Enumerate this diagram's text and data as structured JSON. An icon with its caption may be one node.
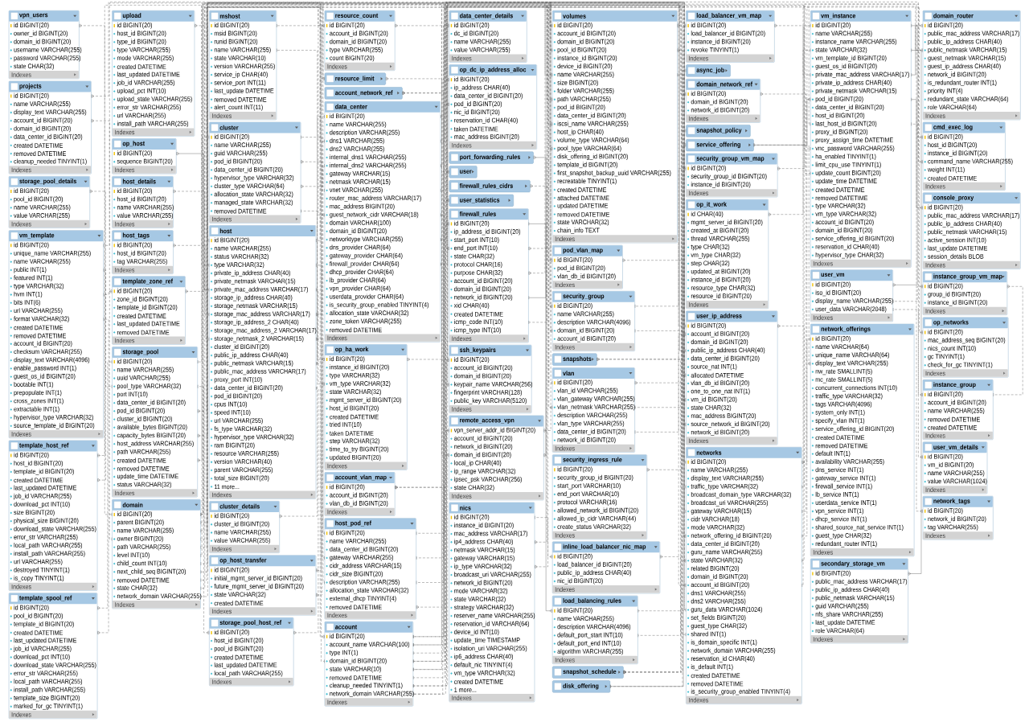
{
  "diagram": {
    "nodes": [
      {
        "text": [
          "vpn_users",
          "id BIGINT(20)",
          "owner_id BIGINT(20)",
          "domain_id BIGINT(20)",
          "username VARCHAR(255)",
          "password VARCHAR(255)",
          "state CHAR(32)",
          "Indexes"
        ]
      },
      {
        "text": [
          "resource_count",
          "id BIGINT(20)",
          "account_id BIGINT(20)",
          "domain_id BIGINT(20)",
          "type VARCHAR(255)",
          "count BIGINT(20)",
          "Indexes"
        ]
      },
      {
        "text": [
          "account_vlan_map",
          "id BIGINT(20)",
          "account_id BIGINT(20)",
          "vlan_db_id BIGINT(20)",
          "Indexes"
        ]
      },
      {
        "text": [
          "security_group",
          "id BIGINT(20)",
          "name VARCHAR(255)",
          "description VARCHAR(4096)",
          "domain_id BIGINT(20)",
          "account_id BIGINT(20)",
          "Indexes"
        ]
      },
      {
        "text": [
          "security_group_vm_map",
          "id BIGINT(20)",
          "security_group_id BIGINT(20)",
          "instance_id BIGINT(20)",
          "Indexes"
        ]
      },
      {
        "text": [
          "user_vm",
          "id BIGINT(20)",
          "iso_id BIGINT(20)",
          "display_name VARCHAR(255)",
          "user_data VARCHAR(2048)",
          "Indexes"
        ]
      },
      {
        "text": [
          "user_vm_details",
          "id BIGINT(20)",
          "vm_id BIGINT(20)",
          "name VARCHAR(255)",
          "value VARCHAR(1024)",
          "Indexes"
        ]
      },
      {
        "text": [
          "security_ingress_rule",
          "id BIGINT(20)",
          "security_group_id BIGINT(20)",
          "start_port VARCHAR(10)",
          "end_port VARCHAR(10)",
          "protocol VARCHAR(16)",
          "allowed_network_id BIGINT(20)",
          "allowed_ip_cidr VARCHAR(44)",
          "create_status VARCHAR(32)",
          "Indexes"
        ]
      },
      {
        "text": [
          "ssh_keypairs",
          "id BIGINT(20)",
          "account_id BIGINT(20)",
          "domain_id BIGINT(20)",
          "keypair_name VARCHAR(256)",
          "fingerprint VARCHAR(128)",
          "public_key VARCHAR(5120)",
          "Indexes"
        ]
      },
      {
        "text": [
          "op_it_work",
          "id CHAR(40)",
          "mgmt_server_id BIGINT(20)",
          "created_at BIGINT(20)",
          "thread VARCHAR(255)",
          "type CHAR(32)",
          "vm_type CHAR(32)",
          "step CHAR(32)",
          "updated_at BIGINT(20)",
          "instance_id BIGINT(20)",
          "resource_type CHAR(32)",
          "resource_id BIGINT(20)",
          "Indexes"
        ]
      },
      {
        "text": [
          "domain",
          "id BIGINT(20)",
          "parent BIGINT(20)",
          "name VARCHAR(255)",
          "owner BIGINT(20)",
          "path VARCHAR(255)",
          "level INT(10)",
          "child_count INT(10)",
          "next_child_seq BIGINT(20)",
          "removed DATETIME",
          "state CHAR(32)",
          "network_domain VARCHAR(255)",
          "Indexes"
        ]
      },
      {
        "text": [
          "instance_group_vm_map",
          "id BIGINT(20)",
          "group_id BIGINT(20)",
          "instance_id BIGINT(20)",
          "Indexes"
        ]
      },
      {
        "text": [
          "account",
          "id BIGINT(20)",
          "account_name VARCHAR(100)",
          "type INT(1)",
          "domain_id BIGINT(20)",
          "state VARCHAR(10)",
          "removed DATETIME",
          "cleanup_needed TINYINT(1)",
          "network_domain VARCHAR(255)",
          "Indexes"
        ]
      },
      {
        "text": [
          "vlan",
          "id BIGINT(20)",
          "vlan_id VARCHAR(255)",
          "vlan_gateway VARCHAR(255)",
          "vlan_netmask VARCHAR(255)",
          "description VARCHAR(255)",
          "vlan_type VARCHAR(255)",
          "data_center_id BIGINT(20)",
          "network_id BIGINT(20)",
          "Indexes"
        ]
      },
      {
        "text": [
          "projects",
          "id BIGINT(20)",
          "name VARCHAR(255)",
          "display_text VARCHAR(255)",
          "account_id BIGINT(20)",
          "domain_id BIGINT(20)",
          "data_center_id BIGINT(20)",
          "created DATETIME",
          "removed DATETIME",
          "cleanup_needed TINYINT(1)",
          "Indexes"
        ]
      },
      {
        "text": [
          "instance_group",
          "id BIGINT(20)",
          "account_id BIGINT(20)",
          "name VARCHAR(255)",
          "removed DATETIME",
          "created DATETIME",
          "Indexes"
        ]
      },
      {
        "text": [
          "resource_limit"
        ]
      },
      {
        "text": [
          "user"
        ]
      },
      {
        "text": [
          "user_statistics"
        ]
      },
      {
        "text": [
          "load_balancing_rules",
          "id BIGINT(20)",
          "name VARCHAR(255)",
          "description VARCHAR(4096)",
          "default_port_start INT(10)",
          "default_port_end INT(10)",
          "algorithm VARCHAR(255)",
          "Indexes"
        ]
      },
      {
        "text": [
          "load_balancer_vm_map",
          "id BIGINT(20)",
          "load_balancer_id BIGINT(20)",
          "instance_id BIGINT(20)",
          "revoke TINYINT(1)",
          "Indexes"
        ]
      },
      {
        "text": [
          "vm_instance",
          "id BIGINT(20)",
          "name VARCHAR(255)",
          "instance_name VARCHAR(255)",
          "state VARCHAR(32)",
          "vm_template_id BIGINT(20)",
          "guest_os_id BIGINT(20)",
          "private_mac_address VARCHAR(17)",
          "private_ip_address CHAR(40)",
          "private_netmask VARCHAR(15)",
          "pod_id BIGINT(20)",
          "data_center_id BIGINT(20)",
          "host_id BIGINT(20)",
          "last_host_id BIGINT(20)",
          "proxy_id BIGINT(20)",
          "proxy_assign_time DATETIME",
          "vnc_password VARCHAR(255)",
          "ha_enabled TINYINT(1)",
          "limit_cpu_use TINYINT(1)",
          "update_count BIGINT(20)",
          "update_time DATETIME",
          "created DATETIME",
          "removed DATETIME",
          "type VARCHAR(32)",
          "vm_type VARCHAR(32)",
          "account_id BIGINT(20)",
          "domain_id BIGINT(20)",
          "service_offering_id BIGINT(20)",
          "reservation_id CHAR(40)",
          "hypervisor_type CHAR(32)",
          "Indexes"
        ]
      },
      {
        "text": [
          "mshost",
          "id BIGINT(20)",
          "msid BIGINT(20)",
          "runid BIGINT(20)",
          "name VARCHAR(255)",
          "state VARCHAR(10)",
          "version VARCHAR(255)",
          "service_ip CHAR(40)",
          "service_port INT(11)",
          "last_update DATETIME",
          "removed DATETIME",
          "alert_count INT(11)",
          "Indexes"
        ]
      },
      {
        "text": [
          "account_network_ref"
        ]
      },
      {
        "text": [
          "firewall_rules",
          "id BIGINT(20)",
          "ip_address_id BIGINT(20)",
          "start_port INT(10)",
          "end_port INT(10)",
          "state CHAR(32)",
          "protocol CHAR(16)",
          "purpose CHAR(32)",
          "account_id BIGINT(20)",
          "domain_id BIGINT(20)",
          "network_id BIGINT(20)",
          "xid CHAR(40)",
          "created DATETIME",
          "icmp_code INT(10)",
          "icmp_type INT(10)",
          "Indexes"
        ]
      },
      {
        "text": [
          "pod_vlan_map",
          "id BIGINT(20)",
          "pod_id BIGINT(20)",
          "vlan_db_id BIGINT(20)",
          "Indexes"
        ]
      },
      {
        "text": [
          "inline_load_balancer_nic_map",
          "id BIGINT(20)",
          "load_balancer_id BIGINT(20)",
          "public_ip_address CHAR(40)",
          "nic_id BIGINT(20)",
          "Indexes"
        ]
      },
      {
        "text": [
          "upload",
          "id BIGINT(20)",
          "host_id BIGINT(20)",
          "type_id BIGINT(20)",
          "type VARCHAR(255)",
          "mode VARCHAR(255)",
          "created DATETIME",
          "last_updated DATETIME",
          "job_id VARCHAR(255)",
          "upload_pct INT(10)",
          "upload_state VARCHAR(255)",
          "error_str VARCHAR(255)",
          "url VARCHAR(255)",
          "install_path VARCHAR(255)",
          "Indexes"
        ]
      },
      {
        "text": [
          "port_forwarding_rules"
        ]
      },
      {
        "text": [
          "service_offering"
        ]
      },
      {
        "text": [
          "disk_offering"
        ]
      },
      {
        "text": [
          "secondary_storage_vm",
          "id BIGINT(20)",
          "public_mac_address VARCHAR(17)",
          "public_ip_address CHAR(40)",
          "public_netmask VARCHAR(15)",
          "guid VARCHAR(255)",
          "nfs_share VARCHAR(255)",
          "last_update DATETIME",
          "role VARCHAR(64)",
          "Indexes"
        ]
      },
      {
        "text": [
          "op_host_transfer",
          "id BIGINT(20)",
          "initial_mgmt_server_id BIGINT(20)",
          "future_mgmt_server_id BIGINT(20)",
          "state VARCHAR(32)",
          "created DATETIME",
          "Indexes"
        ]
      },
      {
        "text": [
          "op_ha_work",
          "id BIGINT(20)",
          "instance_id BIGINT(20)",
          "type VARCHAR(32)",
          "vm_type VARCHAR(32)",
          "state VARCHAR(32)",
          "mgmt_server_id BIGINT(20)",
          "host_id BIGINT(20)",
          "created DATETIME",
          "tried INT(10)",
          "taken DATETIME",
          "step VARCHAR(32)",
          "time_to_try BIGINT(20)",
          "updated BIGINT(20)",
          "Indexes"
        ]
      },
      {
        "text": [
          "volumes",
          "id BIGINT(20)",
          "account_id BIGINT(20)",
          "domain_id BIGINT(20)",
          "pool_id BIGINT(20)",
          "instance_id BIGINT(20)",
          "device_id BIGINT(20)",
          "name VARCHAR(255)",
          "size BIGINT(20)",
          "folder VARCHAR(255)",
          "path VARCHAR(255)",
          "pod_id BIGINT(20)",
          "data_center_id BIGINT(20)",
          "iscsi_name VARCHAR(255)",
          "host_ip CHAR(40)",
          "volume_type VARCHAR(64)",
          "pool_type VARCHAR(64)",
          "disk_offering_id BIGINT(20)",
          "template_id BIGINT(20)",
          "first_snapshot_backup_uuid VARCHAR(255)",
          "recreatable TINYINT(1)",
          "created DATETIME",
          "attached DATETIME",
          "updated DATETIME",
          "removed DATETIME",
          "state VARCHAR(32)",
          "chain_info TEXT",
          "Indexes"
        ]
      },
      {
        "text": [
          "firewall_rules_cidrs"
        ]
      },
      {
        "text": [
          "host",
          "id BIGINT(20)",
          "name VARCHAR(255)",
          "status VARCHAR(32)",
          "type VARCHAR(32)",
          "private_ip_address CHAR(40)",
          "private_netmask VARCHAR(15)",
          "private_mac_address VARCHAR(17)",
          "storage_ip_address CHAR(40)",
          "storage_netmask VARCHAR(15)",
          "storage_mac_address VARCHAR(17)",
          "storage_ip_address_2 CHAR(40)",
          "storage_mac_address_2 VARCHAR(17)",
          "storage_netmask_2 VARCHAR(15)",
          "cluster_id BIGINT(20)",
          "public_ip_address CHAR(40)",
          "public_netmask VARCHAR(15)",
          "public_mac_address VARCHAR(17)",
          "proxy_port INT(10)",
          "data_center_id BIGINT(20)",
          "pod_id BIGINT(20)",
          "cpus INT(10)",
          "speed INT(10)",
          "url VARCHAR(255)",
          "fs_type VARCHAR(32)",
          "hypervisor_type VARCHAR(32)",
          "ram BIGINT(20)",
          "resource VARCHAR(255)",
          "version VARCHAR(40)",
          "parent VARCHAR(255)",
          "total_size BIGINT(20)",
          "11 more...",
          "Indexes"
        ]
      },
      {
        "text": [
          "cmd_exec_log",
          "id BIGINT(20)",
          "host_id BIGINT(20)",
          "instance_id BIGINT(20)",
          "command_name VARCHAR(255)",
          "weight INT(11)",
          "created DATETIME",
          "Indexes"
        ]
      },
      {
        "text": [
          "template_host_ref",
          "id BIGINT(20)",
          "host_id BIGINT(20)",
          "template_id BIGINT(20)",
          "created DATETIME",
          "last_updated DATETIME",
          "job_id VARCHAR(255)",
          "download_pct INT(10)",
          "size BIGINT(20)",
          "physical_size BIGINT(20)",
          "download_state VARCHAR(255)",
          "error_str VARCHAR(255)",
          "local_path VARCHAR(255)",
          "install_path VARCHAR(255)",
          "url VARCHAR(255)",
          "destroyed TINYINT(1)",
          "is_copy TINYINT(1)",
          "Indexes"
        ]
      },
      {
        "text": [
          "console_proxy",
          "id BIGINT(20)",
          "public_mac_address VARCHAR(17)",
          "public_ip_address CHAR(40)",
          "public_netmask VARCHAR(15)",
          "active_session INT(10)",
          "last_update DATETIME",
          "session_details BLOB",
          "Indexes"
        ]
      },
      {
        "text": [
          "op_host",
          "id BIGINT(20)",
          "sequence BIGINT(20)",
          "Indexes"
        ]
      },
      {
        "text": [
          "host_pod_ref",
          "id BIGINT(20)",
          "name VARCHAR(255)",
          "data_center_id BIGINT(20)",
          "gateway VARCHAR(255)",
          "cidr_address VARCHAR(15)",
          "cidr_size BIGINT(20)",
          "description VARCHAR(255)",
          "allocation_state VARCHAR(32)",
          "external_dhcp TINYINT(4)",
          "removed DATETIME",
          "Indexes"
        ]
      },
      {
        "text": [
          "host_details",
          "id BIGINT(20)",
          "host_id BIGINT(20)",
          "name VARCHAR(255)",
          "value VARCHAR(255)",
          "Indexes"
        ]
      },
      {
        "text": [
          "domain_router",
          "id BIGINT(20)",
          "public_mac_address VARCHAR(17)",
          "public_ip_address CHAR(40)",
          "public_netmask VARCHAR(15)",
          "guest_netmask VARCHAR(15)",
          "guest_ip_address CHAR(40)",
          "network_id BIGINT(20)",
          "is_redundant_router INT(1)",
          "priority INT(4)",
          "redundant_state VARCHAR(64)",
          "role VARCHAR(64)",
          "Indexes"
        ]
      },
      {
        "text": [
          "vm_template",
          "id BIGINT(20)",
          "unique_name VARCHAR(255)",
          "name VARCHAR(255)",
          "public INT(1)",
          "featured INT(1)",
          "type VARCHAR(32)",
          "hvm INT(1)",
          "bits INT(6)",
          "url VARCHAR(255)",
          "format VARCHAR(32)",
          "created DATETIME",
          "removed DATETIME",
          "account_id BIGINT(20)",
          "checksum VARCHAR(255)",
          "display_text VARCHAR(4096)",
          "enable_password INT(1)",
          "guest_os_id BIGINT(20)",
          "bootable INT(1)",
          "prepopulate INT(1)",
          "cross_zones INT(1)",
          "extractable INT(1)",
          "hypervisor_type VARCHAR(32)",
          "source_template_id BIGINT(20)",
          "Indexes"
        ]
      },
      {
        "text": [
          "host_tags",
          "id BIGINT(20)",
          "host_id BIGINT(20)",
          "tag VARCHAR(255)",
          "Indexes"
        ]
      },
      {
        "text": [
          "networks",
          "id BIGINT(20)",
          "name VARCHAR(255)",
          "display_text VARCHAR(255)",
          "traffic_type VARCHAR(32)",
          "broadcast_domain_type VARCHAR(32)",
          "broadcast_uri VARCHAR(255)",
          "gateway VARCHAR(15)",
          "cidr VARCHAR(18)",
          "mode VARCHAR(32)",
          "network_offering_id BIGINT(20)",
          "data_center_id BIGINT(20)",
          "guru_name VARCHAR(255)",
          "state VARCHAR(32)",
          "related BIGINT(20)",
          "domain_id BIGINT(20)",
          "account_id BIGINT(20)",
          "dns1 VARCHAR(255)",
          "dns2 VARCHAR(255)",
          "guru_data VARCHAR(1024)",
          "set_fields BIGINT(20)",
          "guest_type CHAR(32)",
          "shared INT(1)",
          "is_domain_specific INT(1)",
          "network_domain VARCHAR(255)",
          "reservation_id CHAR(40)",
          "is_default INT(1)",
          "created DATETIME",
          "removed DATETIME",
          "is_security_group_enabled TINYINT(4)",
          "Indexes"
        ]
      },
      {
        "text": [
          "storage_pool_host_ref",
          "id BIGINT(20)",
          "host_id BIGINT(20)",
          "pool_id BIGINT(20)",
          "created DATETIME",
          "last_updated DATETIME",
          "local_path VARCHAR(255)",
          "Indexes"
        ]
      },
      {
        "text": [
          "template_zone_ref",
          "id BIGINT(20)",
          "zone_id BIGINT(20)",
          "template_id BIGINT(20)",
          "created DATETIME",
          "last_updated DATETIME",
          "removed DATETIME",
          "Indexes"
        ]
      },
      {
        "text": [
          "cluster",
          "id BIGINT(20)",
          "name VARCHAR(255)",
          "guid VARCHAR(255)",
          "pod_id BIGINT(20)",
          "data_center_id BIGINT(20)",
          "hypervisor_type VARCHAR(32)",
          "cluster_type VARCHAR(64)",
          "allocation_state VARCHAR(32)",
          "managed_state VARCHAR(32)",
          "removed DATETIME",
          "Indexes"
        ]
      },
      {
        "text": [
          "op_dc_ip_address_alloc",
          "id BIGINT(20)",
          "ip_address CHAR(40)",
          "data_center_id BIGINT(20)",
          "pod_id BIGINT(20)",
          "nic_id BIGINT(20)",
          "reservation_id CHAR(40)",
          "taken DATETIME",
          "mac_address BIGINT(20)",
          "Indexes"
        ]
      },
      {
        "text": [
          "network_tags",
          "id BIGINT(20)",
          "network_id BIGINT(20)",
          "tag VARCHAR(255)",
          "Indexes"
        ]
      },
      {
        "text": [
          "domain_network_ref",
          "id BIGINT(20)",
          "domain_id BIGINT(20)",
          "network_id BIGINT(20)",
          "Indexes"
        ]
      },
      {
        "text": [
          "template_spool_ref",
          "id BIGINT(20)",
          "pool_id BIGINT(20)",
          "template_id BIGINT(20)",
          "created DATETIME",
          "last_updated DATETIME",
          "job_id VARCHAR(255)",
          "download_pct INT(10)",
          "download_state VARCHAR(255)",
          "error_str VARCHAR(255)",
          "local_path VARCHAR(255)",
          "install_path VARCHAR(255)",
          "template_size BIGINT(20)",
          "marked_for_gc TINYINT(1)",
          "Indexes"
        ]
      },
      {
        "text": [
          "op_networks",
          "id BIGINT(20)",
          "mac_address_seq BIGINT(20)",
          "nics_count INT(10)",
          "gc TINYINT(1)",
          "check_for_gc TINYINT(1)",
          "Indexes"
        ]
      },
      {
        "text": [
          "remote_access_vpn",
          "vpn_server_addr_id BIGINT(20)",
          "account_id BIGINT(20)",
          "network_id BIGINT(20)",
          "domain_id BIGINT(20)",
          "local_ip CHAR(40)",
          "ip_range VARCHAR(32)",
          "ipsec_psk VARCHAR(256)",
          "state CHAR(32)",
          "Indexes"
        ]
      },
      {
        "text": [
          "cluster_details",
          "id BIGINT(20)",
          "cluster_id BIGINT(20)",
          "name VARCHAR(255)",
          "value VARCHAR(255)",
          "Indexes"
        ]
      },
      {
        "text": [
          "snapshot_policy"
        ]
      },
      {
        "text": [
          "data_center",
          "id BIGINT(20)",
          "name VARCHAR(255)",
          "description VARCHAR(255)",
          "dns1 VARCHAR(255)",
          "dns2 VARCHAR(255)",
          "internal_dns1 VARCHAR(255)",
          "internal_dns2 VARCHAR(255)",
          "gateway VARCHAR(15)",
          "netmask VARCHAR(15)",
          "vnet VARCHAR(255)",
          "router_mac_address VARCHAR(17)",
          "mac_address BIGINT(20)",
          "guest_network_cidr VARCHAR(18)",
          "domain VARCHAR(100)",
          "domain_id BIGINT(20)",
          "networktype VARCHAR(255)",
          "dns_provider CHAR(64)",
          "gateway_provider CHAR(64)",
          "firewall_provider CHAR(64)",
          "dhcp_provider CHAR(64)",
          "lb_provider CHAR(64)",
          "vpn_provider CHAR(64)",
          "userdata_provider CHAR(64)",
          "is_security_group_enabled TINYINT(4)",
          "allocation_state VARCHAR(32)",
          "zone_token VARCHAR(255)",
          "removed DATETIME",
          "Indexes"
        ]
      },
      {
        "text": [
          "network_offerings",
          "id BIGINT(20)",
          "name VARCHAR(64)",
          "unique_name VARCHAR(64)",
          "display_text VARCHAR(255)",
          "nw_rate SMALLINT(5)",
          "mc_rate SMALLINT(5)",
          "concurrent_connections INT(10)",
          "traffic_type VARCHAR(32)",
          "tags VARCHAR(4096)",
          "system_only INT(1)",
          "specify_vlan INT(1)",
          "service_offering_id BIGINT(20)",
          "created DATETIME",
          "removed DATETIME",
          "default INT(1)",
          "availability VARCHAR(255)",
          "dns_service INT(1)",
          "gateway_service INT(1)",
          "firewall_service INT(1)",
          "lb_service INT(1)",
          "userdata_service INT(1)",
          "vpn_service INT(1)",
          "dhcp_service INT(1)",
          "shared_source_nat_service INT(1)",
          "guest_type CHAR(32)",
          "redundant_router INT(1)",
          "Indexes"
        ]
      },
      {
        "text": [
          "snapshot_schedule"
        ]
      },
      {
        "text": [
          "snapshots"
        ]
      },
      {
        "text": [
          "async_job"
        ]
      },
      {
        "text": [
          "nics",
          "id BIGINT(20)",
          "instance_id BIGINT(20)",
          "mac_address VARCHAR(17)",
          "ip4_address CHAR(40)",
          "netmask VARCHAR(15)",
          "gateway VARCHAR(15)",
          "ip_type VARCHAR(32)",
          "broadcast_uri VARCHAR(255)",
          "network_id BIGINT(20)",
          "mode VARCHAR(32)",
          "state VARCHAR(32)",
          "strategy VARCHAR(32)",
          "reserver_name VARCHAR(255)",
          "reservation_id VARCHAR(64)",
          "device_id INT(10)",
          "update_time TIMESTAMP",
          "isolation_uri VARCHAR(255)",
          "ip6_address CHAR(40)",
          "default_nic TINYINT(4)",
          "vm_type VARCHAR(32)",
          "created DATETIME",
          "1 more...",
          "Indexes"
        ]
      },
      {
        "text": [
          "storage_pool",
          "id BIGINT(20)",
          "name VARCHAR(255)",
          "uuid VARCHAR(255)",
          "pool_type VARCHAR(32)",
          "port INT(10)",
          "data_center_id BIGINT(20)",
          "pod_id BIGINT(20)",
          "cluster_id BIGINT(20)",
          "available_bytes BIGINT(20)",
          "capacity_bytes BIGINT(20)",
          "host_address VARCHAR(255)",
          "path VARCHAR(255)",
          "created DATETIME",
          "removed DATETIME",
          "update_time DATETIME",
          "status VARCHAR(32)",
          "Indexes"
        ]
      },
      {
        "text": [
          "user_ip_address",
          "id BIGINT(20)",
          "account_id BIGINT(20)",
          "domain_id BIGINT(20)",
          "public_ip_address CHAR(40)",
          "data_center_id BIGINT(20)",
          "source_nat INT(1)",
          "allocated DATETIME",
          "vlan_db_id BIGINT(20)",
          "one_to_one_nat INT(1)",
          "vm_id BIGINT(20)",
          "state CHAR(32)",
          "mac_address BIGINT(20)",
          "source_network_id BIGINT(20)",
          "network_id BIGINT(20)",
          "Indexes"
        ]
      },
      {
        "text": [
          "storage_pool_details",
          "id BIGINT(20)",
          "pool_id BIGINT(20)",
          "name VARCHAR(255)",
          "value VARCHAR(255)",
          "Indexes"
        ]
      },
      {
        "text": [
          "data_center_details",
          "id BIGINT(20)",
          "dc_id BIGINT(20)",
          "name VARCHAR(255)",
          "value VARCHAR(255)",
          "Indexes"
        ]
      }
    ],
    "edges": [
      {
        "from": 0,
        "to": 10,
        "arrow": "other",
        "style": "dashed"
      },
      {
        "from": 1,
        "to": 10,
        "arrow": "other",
        "style": "dashed"
      },
      {
        "from": 1,
        "to": 12,
        "arrow": "other",
        "style": "dashed"
      },
      {
        "from": 2,
        "to": 12,
        "arrow": "other",
        "style": "dashed"
      },
      {
        "from": 2,
        "to": 13,
        "arrow": "other",
        "style": "dashed"
      },
      {
        "from": 3,
        "to": 10,
        "arrow": "other",
        "style": "dashed"
      },
      {
        "from": 3,
        "to": 12,
        "arrow": "other",
        "style": "dashed"
      },
      {
        "from": 4,
        "to": 3,
        "arrow": "other",
        "style": "dashed"
      },
      {
        "from": 4,
        "to": 21,
        "arrow": "other",
        "style": "dashed"
      },
      {
        "from": 5,
        "to": 21,
        "arrow": "other"
      },
      {
        "from": 6,
        "to": 5,
        "arrow": "other",
        "style": "dashed"
      },
      {
        "from": 7,
        "to": 3,
        "arrow": "other",
        "style": "dashed"
      },
      {
        "from": 8,
        "to": 12,
        "arrow": "other",
        "style": "dashed"
      },
      {
        "from": 8,
        "to": 10,
        "arrow": "other",
        "style": "dashed"
      },
      {
        "from": 9,
        "to": 21,
        "arrow": "other",
        "style": "dashed"
      },
      {
        "from": 11,
        "to": 15,
        "arrow": "other",
        "style": "dashed"
      },
      {
        "from": 11,
        "to": 5,
        "arrow": "other",
        "style": "dashed"
      },
      {
        "from": 12,
        "to": 10,
        "arrow": "other",
        "style": "dashed"
      },
      {
        "from": 14,
        "to": 12,
        "arrow": "other",
        "style": "dashed"
      },
      {
        "from": 14,
        "to": 10,
        "arrow": "other",
        "style": "dashed"
      },
      {
        "from": 16,
        "to": 10,
        "arrow": "other",
        "style": "dashed"
      },
      {
        "from": 16,
        "to": 12,
        "arrow": "other",
        "style": "dashed"
      },
      {
        "from": 17,
        "to": 12,
        "arrow": "other",
        "style": "dashed"
      },
      {
        "from": 18,
        "to": 12,
        "arrow": "other",
        "style": "dashed"
      },
      {
        "from": 15,
        "to": 12,
        "arrow": "other",
        "style": "dashed"
      },
      {
        "from": 13,
        "to": 58,
        "arrow": "other",
        "style": "dashed"
      },
      {
        "from": 13,
        "to": 46,
        "arrow": "other",
        "style": "dashed"
      },
      {
        "from": 20,
        "to": 19,
        "arrow": "other",
        "style": "dashed"
      },
      {
        "from": 20,
        "to": 21,
        "arrow": "other",
        "style": "dashed"
      },
      {
        "from": 19,
        "to": 24,
        "arrow": "other"
      },
      {
        "from": 26,
        "to": 19,
        "arrow": "other",
        "style": "dashed"
      },
      {
        "from": 26,
        "to": 63,
        "arrow": "other",
        "style": "dashed"
      },
      {
        "from": 21,
        "to": 29,
        "arrow": "other"
      },
      {
        "from": 29,
        "to": 30,
        "arrow": "other"
      },
      {
        "from": 31,
        "to": 21,
        "arrow": "other"
      },
      {
        "from": 43,
        "to": 21,
        "arrow": "other"
      },
      {
        "from": 39,
        "to": 21,
        "arrow": "other"
      },
      {
        "from": 37,
        "to": 21,
        "arrow": "other",
        "style": "dashed"
      },
      {
        "from": 37,
        "to": 36,
        "arrow": "other",
        "style": "dashed"
      },
      {
        "from": 32,
        "to": 22,
        "arrow": "other",
        "style": "dashed"
      },
      {
        "from": 32,
        "to": 36,
        "arrow": "other",
        "style": "dashed"
      },
      {
        "from": 33,
        "to": 21,
        "arrow": "other",
        "style": "dashed"
      },
      {
        "from": 33,
        "to": 22,
        "arrow": "other",
        "style": "dashed"
      },
      {
        "from": 33,
        "to": 36,
        "arrow": "other",
        "style": "dashed"
      },
      {
        "from": 23,
        "to": 12,
        "arrow": "other",
        "style": "dashed"
      },
      {
        "from": 23,
        "to": 46,
        "arrow": "other",
        "style": "dashed"
      },
      {
        "from": 24,
        "to": 12,
        "arrow": "other",
        "style": "dashed"
      },
      {
        "from": 24,
        "to": 10,
        "arrow": "other",
        "style": "dashed"
      },
      {
        "from": 24,
        "to": 46,
        "arrow": "other",
        "style": "dashed"
      },
      {
        "from": 24,
        "to": 65,
        "arrow": "other",
        "style": "dashed"
      },
      {
        "from": 28,
        "to": 24,
        "arrow": "other"
      },
      {
        "from": 35,
        "to": 24,
        "arrow": "other",
        "style": "dashed"
      },
      {
        "from": 25,
        "to": 41,
        "arrow": "other",
        "style": "dashed"
      },
      {
        "from": 25,
        "to": 13,
        "arrow": "other",
        "style": "dashed"
      },
      {
        "from": 34,
        "to": 12,
        "arrow": "other",
        "style": "dashed"
      },
      {
        "from": 34,
        "to": 10,
        "arrow": "other",
        "style": "dashed"
      },
      {
        "from": 34,
        "to": 64,
        "arrow": "other",
        "style": "dashed"
      },
      {
        "from": 34,
        "to": 21,
        "arrow": "other",
        "style": "dashed"
      },
      {
        "from": 34,
        "to": 41,
        "arrow": "other",
        "style": "dashed"
      },
      {
        "from": 34,
        "to": 58,
        "arrow": "other",
        "style": "dashed"
      },
      {
        "from": 34,
        "to": 30,
        "arrow": "other",
        "style": "dashed"
      },
      {
        "from": 34,
        "to": 44,
        "arrow": "other",
        "style": "dashed"
      },
      {
        "from": 27,
        "to": 36,
        "arrow": "other",
        "style": "dashed"
      },
      {
        "from": 38,
        "to": 36,
        "arrow": "other",
        "style": "dashed"
      },
      {
        "from": 38,
        "to": 44,
        "arrow": "other",
        "style": "dashed"
      },
      {
        "from": 40,
        "to": 36,
        "arrow": "other"
      },
      {
        "from": 42,
        "to": 36,
        "arrow": "other",
        "style": "dashed"
      },
      {
        "from": 45,
        "to": 36,
        "arrow": "other",
        "style": "dashed"
      },
      {
        "from": 36,
        "to": 49,
        "arrow": "other",
        "style": "dashed"
      },
      {
        "from": 36,
        "to": 41,
        "arrow": "other",
        "style": "dashed"
      },
      {
        "from": 36,
        "to": 58,
        "arrow": "other",
        "style": "dashed"
      },
      {
        "from": 47,
        "to": 36,
        "arrow": "other",
        "style": "dashed"
      },
      {
        "from": 47,
        "to": 64,
        "arrow": "other",
        "style": "dashed"
      },
      {
        "from": 48,
        "to": 58,
        "arrow": "other",
        "style": "dashed"
      },
      {
        "from": 48,
        "to": 44,
        "arrow": "other",
        "style": "dashed"
      },
      {
        "from": 49,
        "to": 41,
        "arrow": "other",
        "style": "dashed"
      },
      {
        "from": 49,
        "to": 58,
        "arrow": "other",
        "style": "dashed"
      },
      {
        "from": 56,
        "to": 49,
        "arrow": "other",
        "style": "dashed"
      },
      {
        "from": 50,
        "to": 58,
        "arrow": "other",
        "style": "dashed"
      },
      {
        "from": 50,
        "to": 41,
        "arrow": "other",
        "style": "dashed"
      },
      {
        "from": 53,
        "to": 64,
        "arrow": "other",
        "style": "dashed"
      },
      {
        "from": 53,
        "to": 44,
        "arrow": "other",
        "style": "dashed"
      },
      {
        "from": 64,
        "to": 58,
        "arrow": "other",
        "style": "dashed"
      },
      {
        "from": 64,
        "to": 41,
        "arrow": "other",
        "style": "dashed"
      },
      {
        "from": 64,
        "to": 49,
        "arrow": "other",
        "style": "dashed"
      },
      {
        "from": 66,
        "to": 64,
        "arrow": "other",
        "style": "dashed"
      },
      {
        "from": 67,
        "to": 58,
        "arrow": "other",
        "style": "dashed"
      },
      {
        "from": 41,
        "to": 58,
        "arrow": "other",
        "style": "dashed"
      },
      {
        "from": 46,
        "to": 59,
        "arrow": "other",
        "style": "dashed"
      },
      {
        "from": 46,
        "to": 58,
        "arrow": "other",
        "style": "dashed"
      },
      {
        "from": 46,
        "to": 10,
        "arrow": "other",
        "style": "dashed"
      },
      {
        "from": 46,
        "to": 12,
        "arrow": "other",
        "style": "dashed"
      },
      {
        "from": 51,
        "to": 46,
        "arrow": "other",
        "style": "dashed"
      },
      {
        "from": 52,
        "to": 10,
        "arrow": "other",
        "style": "dashed"
      },
      {
        "from": 52,
        "to": 46,
        "arrow": "other",
        "style": "dashed"
      },
      {
        "from": 54,
        "to": 46,
        "arrow": "other",
        "style": "dashed"
      },
      {
        "from": 55,
        "to": 12,
        "arrow": "other",
        "style": "dashed"
      },
      {
        "from": 55,
        "to": 46,
        "arrow": "other",
        "style": "dashed"
      },
      {
        "from": 55,
        "to": 10,
        "arrow": "other",
        "style": "dashed"
      },
      {
        "from": 55,
        "to": 65,
        "arrow": "other"
      },
      {
        "from": 63,
        "to": 21,
        "arrow": "other",
        "style": "dashed"
      },
      {
        "from": 63,
        "to": 46,
        "arrow": "other",
        "style": "dashed"
      },
      {
        "from": 65,
        "to": 12,
        "arrow": "other",
        "style": "dashed"
      },
      {
        "from": 65,
        "to": 10,
        "arrow": "other",
        "style": "dashed"
      },
      {
        "from": 65,
        "to": 58,
        "arrow": "other",
        "style": "dashed"
      },
      {
        "from": 65,
        "to": 13,
        "arrow": "other",
        "style": "dashed"
      },
      {
        "from": 65,
        "to": 46,
        "arrow": "other",
        "style": "dashed"
      },
      {
        "from": 60,
        "to": 61,
        "arrow": "other",
        "style": "dashed"
      },
      {
        "from": 60,
        "to": 57,
        "arrow": "other",
        "style": "dashed"
      },
      {
        "from": 60,
        "to": 62,
        "arrow": "other",
        "style": "dashed"
      },
      {
        "from": 61,
        "to": 34,
        "arrow": "other",
        "style": "dashed"
      },
      {
        "from": 59,
        "to": 29,
        "arrow": "other",
        "style": "dashed"
      },
      {
        "from": 43,
        "to": 46,
        "arrow": "other",
        "style": "dashed"
      },
      {
        "from": 58,
        "to": 10,
        "arrow": "other",
        "style": "dashed"
      }
    ]
  }
}
